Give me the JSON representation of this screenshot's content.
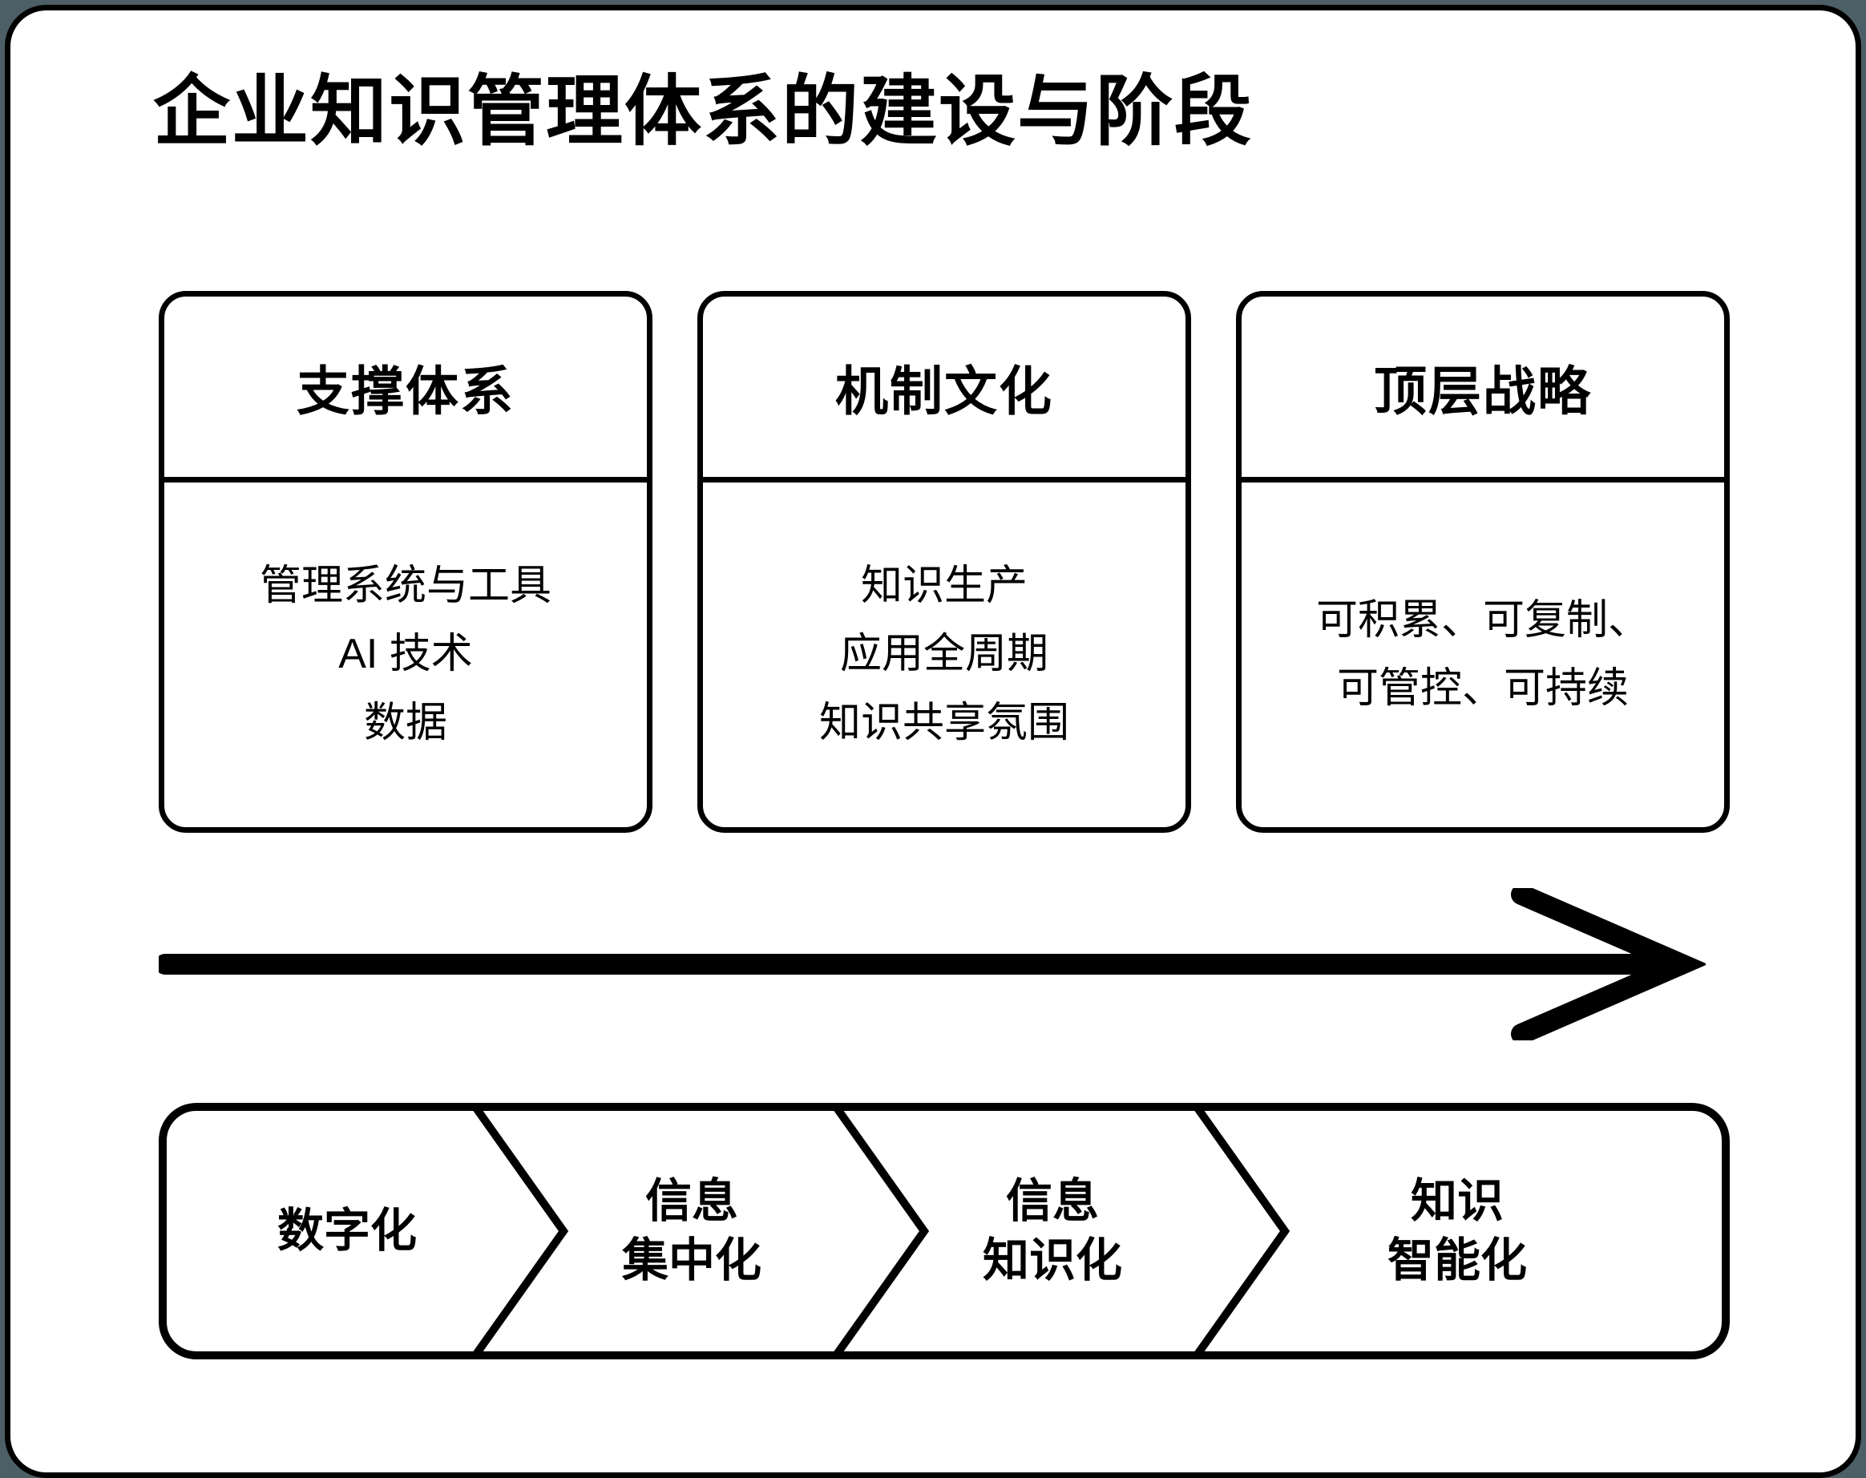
{
  "page": {
    "title": "企业知识管理体系的建设与阶段",
    "frame_border_color": "#000000",
    "canvas_background": "#4d5f66",
    "panel_background": "#ffffff"
  },
  "pillars": [
    {
      "heading": "支撑体系",
      "lines": [
        "管理系统与工具",
        "AI 技术",
        "数据"
      ]
    },
    {
      "heading": "机制文化",
      "lines": [
        "知识生产",
        "应用全周期",
        "知识共享氛围"
      ]
    },
    {
      "heading": "顶层战略",
      "lines": [
        "可积累、可复制、",
        "可管控、可持续"
      ]
    }
  ],
  "progress_arrow": {
    "icon": "right-arrow-icon",
    "direction": "right"
  },
  "stages": [
    {
      "line1": "数字化",
      "line2": ""
    },
    {
      "line1": "信息",
      "line2": "集中化"
    },
    {
      "line1": "信息",
      "line2": "知识化"
    },
    {
      "line1": "知识",
      "line2": "智能化"
    }
  ]
}
